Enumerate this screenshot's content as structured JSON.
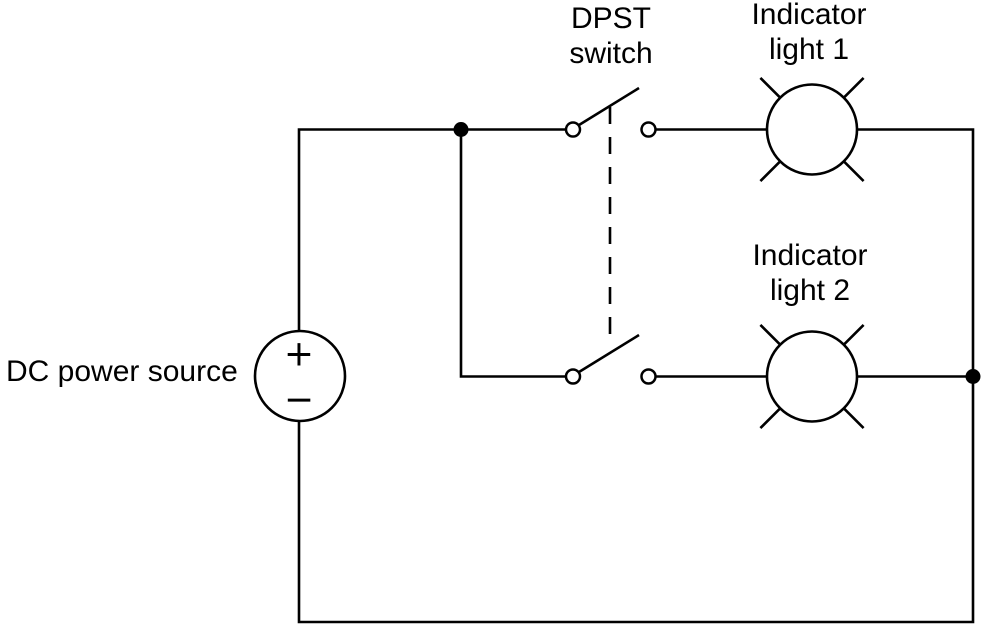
{
  "diagram": {
    "type": "circuit-schematic",
    "background_color": "#ffffff",
    "stroke_color": "#000000",
    "labels": {
      "power_source": "DC power source",
      "switch": [
        "DPST",
        "switch"
      ],
      "light1": [
        "Indicator",
        "light 1"
      ],
      "light2": [
        "Indicator",
        "light 2"
      ],
      "polarity_plus": "+",
      "polarity_minus": "−"
    },
    "components": [
      {
        "id": "dc-power-source",
        "symbol": "circle-with-plus-minus-polarity",
        "label": "DC power source",
        "polarity_top": "+",
        "polarity_bottom": "−"
      },
      {
        "id": "dpst-switch",
        "symbol": "two-open-knife-switch-poles-linked-by-dashed-line",
        "label": "DPST switch",
        "state": "open"
      },
      {
        "id": "indicator-light-1",
        "symbol": "lamp-circle-with-four-diagonal-rays",
        "label": "Indicator light 1"
      },
      {
        "id": "indicator-light-2",
        "symbol": "lamp-circle-with-four-diagonal-rays",
        "label": "Indicator light 2"
      }
    ],
    "junction_dots": 2,
    "topology": "two parallel branches, each with one switch pole and one indicator lamp, fed by one DC source"
  }
}
